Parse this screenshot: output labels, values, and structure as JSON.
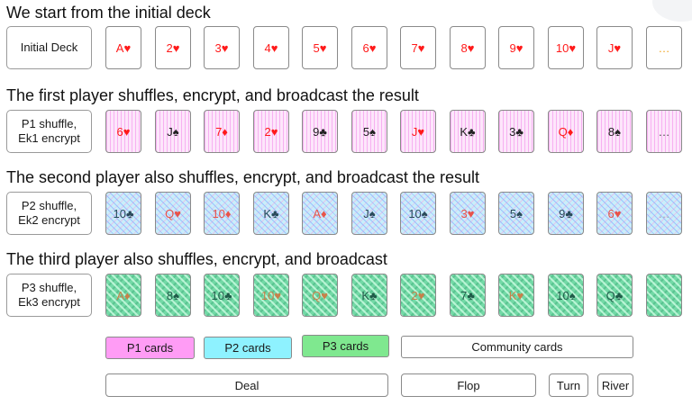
{
  "colors": {
    "p1_cards": "#ff9cf5",
    "p2_cards": "#8ef2ff",
    "p3_cards": "#7fe88f",
    "red_suit": "#ff1a1a"
  },
  "rows": [
    {
      "title": "We start from the initial deck",
      "label": "Initial Deck",
      "style": "plain",
      "cards": [
        {
          "text": "A♥",
          "suit": "red"
        },
        {
          "text": "2♥",
          "suit": "red"
        },
        {
          "text": "3♥",
          "suit": "red"
        },
        {
          "text": "4♥",
          "suit": "red"
        },
        {
          "text": "5♥",
          "suit": "red"
        },
        {
          "text": "6♥",
          "suit": "red"
        },
        {
          "text": "7♥",
          "suit": "red"
        },
        {
          "text": "8♥",
          "suit": "red"
        },
        {
          "text": "9♥",
          "suit": "red"
        },
        {
          "text": "10♥",
          "suit": "red"
        },
        {
          "text": "J♥",
          "suit": "red"
        },
        {
          "text": "…",
          "suit": "dots"
        }
      ]
    },
    {
      "title": "The first player shuffles, encrypt, and broadcast the result",
      "label": "P1 shuffle,\nEk1 encrypt",
      "style": "p1",
      "cards": [
        {
          "text": "6♥",
          "suit": "red"
        },
        {
          "text": "J♠",
          "suit": "black"
        },
        {
          "text": "7♦",
          "suit": "red"
        },
        {
          "text": "2♥",
          "suit": "red"
        },
        {
          "text": "9♣",
          "suit": "black"
        },
        {
          "text": "5♠",
          "suit": "black"
        },
        {
          "text": "J♥",
          "suit": "red"
        },
        {
          "text": "K♣",
          "suit": "black"
        },
        {
          "text": "3♣",
          "suit": "black"
        },
        {
          "text": "Q♦",
          "suit": "red"
        },
        {
          "text": "8♠",
          "suit": "black"
        },
        {
          "text": "…",
          "suit": "dots"
        }
      ]
    },
    {
      "title": "The second player also shuffles, encrypt, and broadcast the result",
      "label": "P2 shuffle,\nEk2 encrypt",
      "style": "p2",
      "cards": [
        {
          "text": "10♣",
          "suit": "black"
        },
        {
          "text": "Q♥",
          "suit": "red"
        },
        {
          "text": "10♦",
          "suit": "red"
        },
        {
          "text": "K♣",
          "suit": "black"
        },
        {
          "text": "A♦",
          "suit": "red"
        },
        {
          "text": "J♠",
          "suit": "black"
        },
        {
          "text": "10♠",
          "suit": "black"
        },
        {
          "text": "3♥",
          "suit": "red"
        },
        {
          "text": "5♠",
          "suit": "black"
        },
        {
          "text": "9♣",
          "suit": "black"
        },
        {
          "text": "6♥",
          "suit": "red"
        },
        {
          "text": "…",
          "suit": "dots"
        }
      ]
    },
    {
      "title": "The third player also shuffles, encrypt, and broadcast",
      "label": "P3 shuffle,\nEk3 encrypt",
      "style": "p3",
      "cards": [
        {
          "text": "A♦",
          "suit": "red"
        },
        {
          "text": "8♠",
          "suit": "black"
        },
        {
          "text": "10♣",
          "suit": "black"
        },
        {
          "text": "10♥",
          "suit": "red"
        },
        {
          "text": "Q♥",
          "suit": "red"
        },
        {
          "text": "K♣",
          "suit": "black"
        },
        {
          "text": "2♥",
          "suit": "red"
        },
        {
          "text": "7♣",
          "suit": "black"
        },
        {
          "text": "K♥",
          "suit": "red"
        },
        {
          "text": "10♠",
          "suit": "black"
        },
        {
          "text": "Q♣",
          "suit": "black"
        },
        {
          "text": "…",
          "suit": "dots"
        }
      ]
    }
  ],
  "legend": {
    "p1": "P1 cards",
    "p2": "P2 cards",
    "p3": "P3 cards",
    "community": "Community cards"
  },
  "stages": {
    "deal": "Deal",
    "flop": "Flop",
    "turn": "Turn",
    "river": "River"
  }
}
